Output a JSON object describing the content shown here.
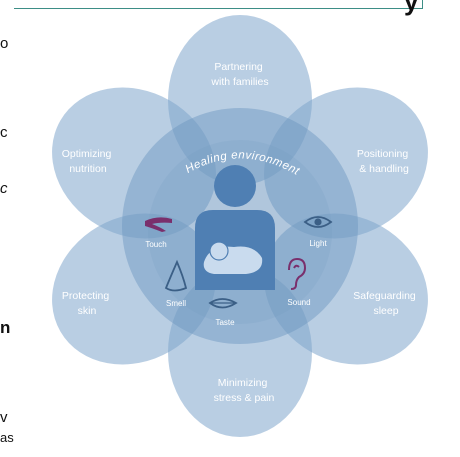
{
  "diagram": {
    "center_arc_text": "Healing environment",
    "petals": [
      {
        "id": "top",
        "label_lines": [
          "Partnering",
          "with families"
        ]
      },
      {
        "id": "upper-right",
        "label_lines": [
          "Positioning",
          "& handling"
        ]
      },
      {
        "id": "lower-right",
        "label_lines": [
          "Safeguarding",
          "sleep"
        ]
      },
      {
        "id": "bottom",
        "label_lines": [
          "Minimizing",
          "stress & pain"
        ]
      },
      {
        "id": "lower-left",
        "label_lines": [
          "Protecting",
          "skin"
        ]
      },
      {
        "id": "upper-left",
        "label_lines": [
          "Optimizing",
          "nutrition"
        ]
      }
    ],
    "senses": [
      {
        "id": "touch",
        "label": "Touch",
        "icon": "hand-icon"
      },
      {
        "id": "light",
        "label": "Light",
        "icon": "eye-icon"
      },
      {
        "id": "sound",
        "label": "Sound",
        "icon": "ear-icon"
      },
      {
        "id": "smell",
        "label": "Smell",
        "icon": "nose-icon"
      },
      {
        "id": "taste",
        "label": "Taste",
        "icon": "lips-icon"
      }
    ],
    "colors": {
      "petal": "#7fa6cc",
      "center": "#6a94bf",
      "figure": "#4f7fb3",
      "figure_light": "#c9dbee",
      "icon_accent": "#7a2f6c",
      "icon_dark": "#3b5f86"
    }
  },
  "edge_fragments": {
    "left": [
      "o",
      "c",
      "c",
      "n"
    ],
    "bottom": [
      "v",
      "as"
    ],
    "top_right": "y"
  }
}
